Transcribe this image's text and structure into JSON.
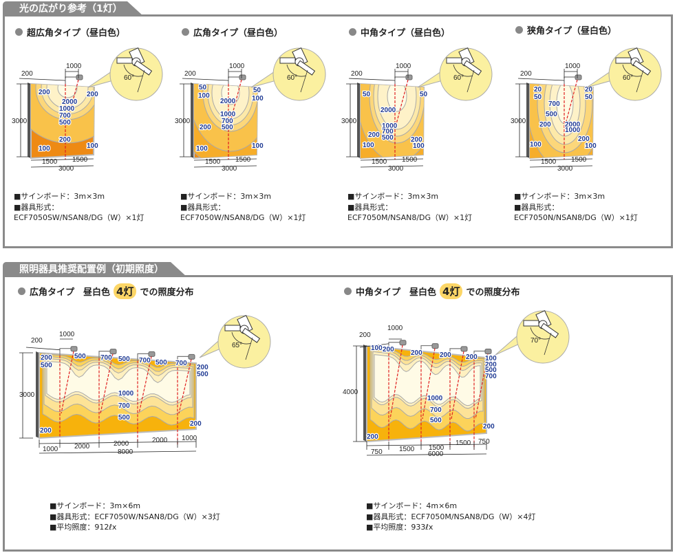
{
  "top": {
    "tab": "光の広がり参考（1灯）",
    "diagrams": [
      {
        "title": "超広角タイプ（昼白色）",
        "labels": [
          "200",
          "2000",
          "200",
          "1000",
          "700",
          "500",
          "200",
          "100",
          "100"
        ],
        "dims": [
          "200",
          "1000",
          "3000",
          "1500",
          "1500",
          "3000"
        ],
        "angle": "60°",
        "specs": [
          "■サインボード：3m×3m",
          "■器具形式：",
          "ECF7050SW/NSAN8/DG（W）×1灯"
        ]
      },
      {
        "title": "広角タイプ（昼白色）",
        "labels": [
          "50",
          "100",
          "2000",
          "50",
          "100",
          "1000",
          "700",
          "500",
          "200",
          "100",
          "100"
        ],
        "dims": [
          "200",
          "1000",
          "3000",
          "1500",
          "1500",
          "3000"
        ],
        "angle": "60°",
        "specs": [
          "■サインボード：3m×3m",
          "■器具形式：",
          "ECF7050W/NSAN8/DG（W）×1灯"
        ]
      },
      {
        "title": "中角タイプ（昼白色）",
        "labels": [
          "50",
          "50",
          "2000",
          "1000",
          "700",
          "500",
          "200",
          "200",
          "100",
          "100"
        ],
        "dims": [
          "200",
          "1000",
          "3000",
          "1500",
          "1500",
          "3000"
        ],
        "angle": "60°",
        "specs": [
          "■サインボード：3m×3m",
          "■器具形式：",
          "ECF7050M/NSAN8/DG（W）×1灯"
        ]
      },
      {
        "title": "狭角タイプ（昼白色）",
        "labels": [
          "20",
          "50",
          "20",
          "50",
          "700",
          "500",
          "200",
          "2000",
          "1000",
          "200",
          "100",
          "100"
        ],
        "dims": [
          "200",
          "1000",
          "3000",
          "1500",
          "1500",
          "3000"
        ],
        "angle": "60°",
        "specs": [
          "■サインボード：3m×3m",
          "■器具形式：",
          "ECF7050N/NSAN8/DG（W）×1灯"
        ]
      }
    ]
  },
  "bottom": {
    "tab": "照明器具推奨配置例（初期照度）",
    "diagrams": [
      {
        "title_prefix": "広角タイプ　昼白色",
        "badge": "4灯",
        "title_suffix": "での照度分布",
        "labels": [
          "200",
          "500",
          "500",
          "700",
          "500",
          "700",
          "500",
          "700",
          "200",
          "500",
          "1000",
          "700",
          "500",
          "200",
          "200"
        ],
        "dims": [
          "1000",
          "200",
          "3000",
          "1000",
          "2000",
          "2000",
          "2000",
          "1000",
          "8000"
        ],
        "angle": "65°",
        "specs": [
          "■サインボード：3m×6m",
          "■器具形式：ECF7050W/NSAN8/DG（W）×3灯",
          "■平均照度：912ℓx"
        ]
      },
      {
        "title_prefix": "中角タイプ　昼白色",
        "badge": "4灯",
        "title_suffix": "での照度分布",
        "labels": [
          "100",
          "200",
          "200",
          "200",
          "200",
          "100",
          "200",
          "500",
          "700",
          "1000",
          "700",
          "500",
          "200",
          "200"
        ],
        "dims": [
          "1000",
          "200",
          "4000",
          "750",
          "1500",
          "1500",
          "1500",
          "750",
          "6000"
        ],
        "angle": "70°",
        "specs": [
          "■サインボード：4m×6m",
          "■器具形式：ECF7050M/NSAN8/DG（W）×4灯",
          "■平均照度：933ℓx"
        ]
      }
    ]
  },
  "colors": {
    "frame": "#8a8a8a",
    "label": "#1f3a93",
    "board": "#f39a1a",
    "callout": "#fbf0a0",
    "guide": "#e02020"
  }
}
